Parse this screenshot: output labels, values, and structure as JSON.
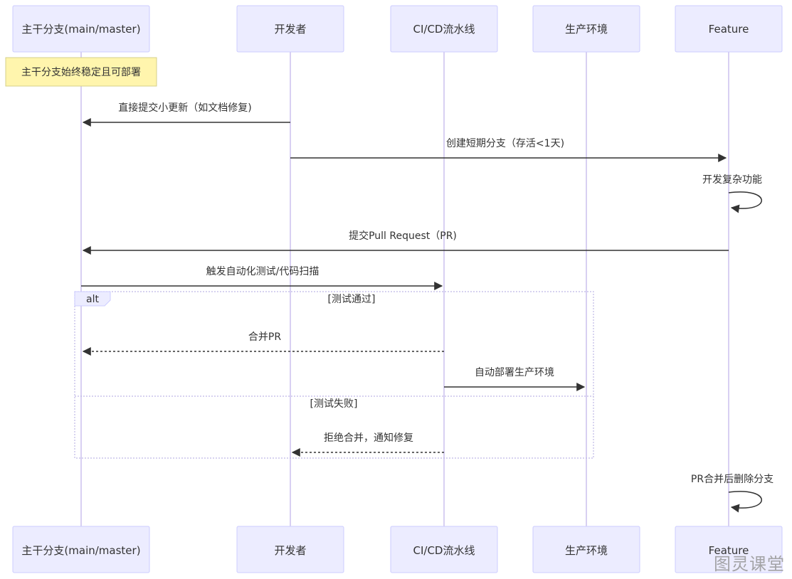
{
  "participants": [
    {
      "id": "main",
      "label": "主干分支(main/master)"
    },
    {
      "id": "dev",
      "label": "开发者"
    },
    {
      "id": "ci",
      "label": "CI/CD流水线"
    },
    {
      "id": "prod",
      "label": "生产环境"
    },
    {
      "id": "feat",
      "label": "Feature"
    }
  ],
  "note": {
    "text": "主干分支始终稳定且可部署",
    "over": "main"
  },
  "messages": [
    {
      "from": "dev",
      "to": "main",
      "text": "直接提交小更新（如文档修复)",
      "style": "solid"
    },
    {
      "from": "dev",
      "to": "feat",
      "text": "创建短期分支（存活<1天)",
      "style": "solid"
    },
    {
      "from": "feat",
      "to": "feat",
      "text": "开发复杂功能",
      "style": "self"
    },
    {
      "from": "feat",
      "to": "main",
      "text": "提交Pull Request（PR)",
      "style": "solid"
    },
    {
      "from": "main",
      "to": "ci",
      "text": "触发自动化测试/代码扫描",
      "style": "solid"
    },
    {
      "from": "ci",
      "to": "main",
      "text": "合并PR",
      "style": "dashed"
    },
    {
      "from": "ci",
      "to": "prod",
      "text": "自动部署生产环境",
      "style": "solid"
    },
    {
      "from": "ci",
      "to": "dev",
      "text": "拒绝合并，通知修复",
      "style": "dashed"
    },
    {
      "from": "feat",
      "to": "feat",
      "text": "PR合并后删除分支",
      "style": "self"
    }
  ],
  "alt": {
    "label": "alt",
    "conditions": [
      "[测试通过]",
      "[测试失败]"
    ]
  },
  "watermark": "图灵课堂",
  "colors": {
    "actor_fill": "#ECECFF",
    "actor_stroke": "#CCCCFF",
    "note_fill": "#FFF5AD",
    "lifeline": "#D8D0F2"
  }
}
